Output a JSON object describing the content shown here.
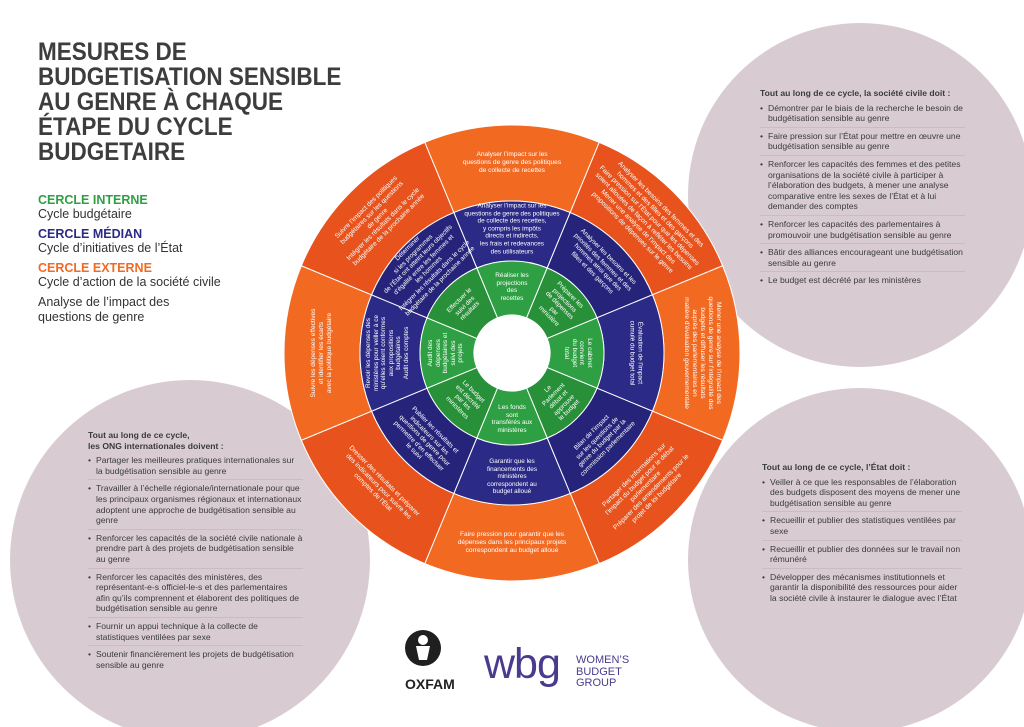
{
  "title": "MESURES DE\nBUDGETISATION SENSIBLE\nAU GENRE À CHAQUE\nÉTAPE DU CYCLE\nBUDGETAIRE",
  "legend": {
    "inner_label": "CERCLE INTERNE",
    "inner_text": "Cycle budgétaire",
    "middle_label": "CERCLE MÉDIAN",
    "middle_text": "Cycle d’initiatives de l’État",
    "outer_label": "CERCLE EXTERNE",
    "outer_text": "Cycle d’action de la société civile",
    "extra": "Analyse de l’impact des\nquestions de genre"
  },
  "colors": {
    "inner": "#2ea043",
    "middle": "#2b2a86",
    "outer": "#f26a22",
    "outer_dark": "#e8521c",
    "panel": "#d8ccd2",
    "title": "#3d3d3d"
  },
  "inner_ring": [
    "Réaliser les\nprojections\ndes\nrecettes",
    "Préparer les\nprojections\nde dépenses\npar\nministère",
    "Le cabinet\nconvient\ndu budget\ntotal",
    "Le\nParlement\ndébat et\napprouve\nle budget",
    "Les fonds\nsont\ntransférés aux\nministères",
    "Le budget\nest décrété\npar les\nministères",
    "Audit des\ndépenses\nbudgétaires et\nsuivi des\nprojets",
    "Effectuer le\nsuivi des\nrésultats"
  ],
  "middle_ring": [
    "Analyser l’impact sur les\nquestions de genre des politiques\nde collecte des recettes,\ny compris les impôts\ndirects et indirects,\nles frais et redevances\ndes utilisateurs",
    "Analyser les besoins et les\npriorités des femmes et des\nhommes ainsi que des\nfilles et des garçons",
    "Évaluation de l’impact\ncumulé du budget total",
    "Bilan de l’impact\nsur les questions de\ngenre du budget par la\ncommission parlementaire",
    "Garantir que les\nfinancements des\nministères\ncorrespondent au\nbudget alloué",
    "Publier les résultats et\nindicateurs sur les\nquestions de genre pour\npermettre d’en effectuer\nle suivi",
    "Revoir les dépenses des\nministères pour veiller à ce\nqu’elles soient conformes\naux propositions\nbudgétaires\nAudit des comptes",
    "Déterminer\nsi les programmes\nde l’État ont atteint leurs objectifs\nd’égalité entre les femmes et\nles hommes\nIntégrer les résultats dans le cycle\nbudgétaire de la prochaine année"
  ],
  "outer_ring": [
    "Analyser l’impact sur les\nquestions de genre des politiques\nde collecte de recettes",
    "Analyser les besoins des femmes et des\nhommes et des filles et des garçons\nFaire pression sur l’État pour que les dépenses\nsoient allouées de façon à refléter les besoins\nMener une analyse de l’impact des\npropositions de dépenses sur le genre",
    "Mener une analyse de l’impact des\nquestions de genre sur l’intégralité des\nbudgets et diffuser les résultats\nauprès des parlementaires en\nmatière d’évaluation gouvernementale",
    "Partager des informations sur\nl’impact du budget pour le débat\nparlementaire\nPréparer des amendements pour le\nprojet de loi budgétaire",
    "Faire pression pour garantir que les\ndépenses dans les principaux projets\ncorrespondent au budget alloué",
    "Dresser des résultats et préparer\ndes indicateurs pour suivre les\ncomptes de l’État",
    "Suivre les dépenses effectives\net identifier les écarts\navec la politique budgétaire",
    "Suivre l’impact des politiques\nbudgétaires sur les questions\nde genre\nIntégrer les résultats dans le cycle\nbudgétaire de la prochaine année"
  ],
  "panel_civil": {
    "heading": "Tout au long de ce cycle, la société civile doit :",
    "items": [
      "Démontrer par le biais de la recherche le besoin de budgétisation sensible au genre",
      "Faire pression sur l’État pour mettre en œuvre une budgétisation sensible au genre",
      "Renforcer les capacités des femmes et des petites organisations de la société civile à participer à l’élaboration des budgets, à mener une analyse comparative entre les sexes de l’État et à lui demander des comptes",
      "Renforcer les capacités des parlementaires à promouvoir une budgétisation sensible au genre",
      "Bâtir des alliances encourageant une budgétisation sensible au genre",
      "Le budget est décrété par les ministères"
    ]
  },
  "panel_ngo": {
    "heading": "Tout au long de ce cycle,\nles ONG internationales doivent :",
    "items": [
      "Partager les meilleures pratiques internationales sur la budgétisation sensible au genre",
      "Travailler à l’échelle régionale/internationale pour que les principaux organismes régionaux et internationaux adoptent une approche de budgétisation sensible au genre",
      "Renforcer les capacités de la société civile nationale à prendre part à des projets de budgétisation sensible au genre",
      "Renforcer les capacités des ministères, des représentant-e-s officiel-le-s et des parlementaires afin qu’ils comprennent et élaborent des politiques de budgétisation sensible au genre",
      "Fournir un appui technique à la collecte de statistiques ventilées par sexe",
      "Soutenir financièrement les projets de budgétisation sensible au genre"
    ]
  },
  "panel_state": {
    "heading": "Tout au long de ce cycle, l’État doit :",
    "items": [
      "Veiller à ce que les responsables de l’élaboration des budgets disposent des moyens de mener une budgétisation sensible au genre",
      "Recueillir et publier des statistiques ventilées par sexe",
      "Recueillir et publier des données sur le travail non rémunéré",
      "Développer des mécanismes institutionnels et garantir la disponibilité des ressources pour aider la société civile à instaurer le dialogue avec l’État"
    ]
  },
  "logos": {
    "oxfam": "OXFAM",
    "wbg_mark": "wbg",
    "wbg_name": "WOMEN’S\nBUDGET\nGROUP",
    "oxfam_icon": "oxfam-figure-icon"
  }
}
